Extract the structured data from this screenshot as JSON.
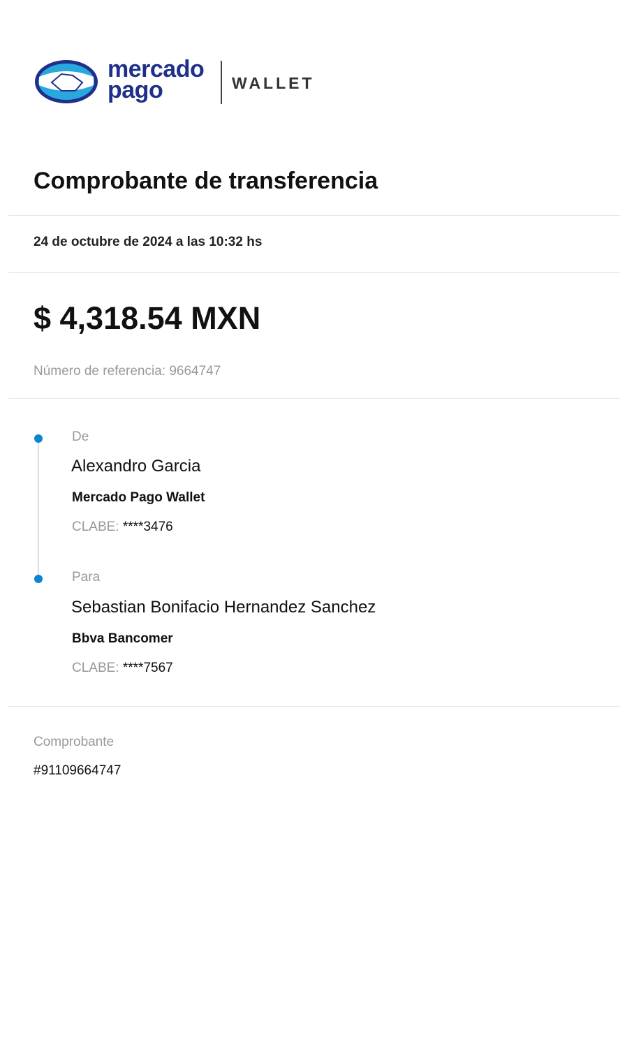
{
  "header": {
    "brand_line1": "mercado",
    "brand_line2": "pago",
    "product": "WALLET"
  },
  "title": "Comprobante de transferencia",
  "date": "24 de octubre de 2024 a las 10:32 hs",
  "amount": "$ 4,318.54 MXN",
  "reference": "Número de referencia: 9664747",
  "from": {
    "label": "De",
    "name": "Alexandro Garcia",
    "bank": "Mercado Pago Wallet",
    "clabe_label": "CLABE:",
    "clabe_value": "****3476"
  },
  "to": {
    "label": "Para",
    "name": "Sebastian Bonifacio Hernandez Sanchez",
    "bank": "Bbva Bancomer",
    "clabe_label": "CLABE:",
    "clabe_value": "****7567"
  },
  "receipt": {
    "label": "Comprobante",
    "number": "#91109664747"
  },
  "colors": {
    "accent": "#0a86d0",
    "brand": "#1f2f8a",
    "logo_fill": "#29a8e0"
  }
}
